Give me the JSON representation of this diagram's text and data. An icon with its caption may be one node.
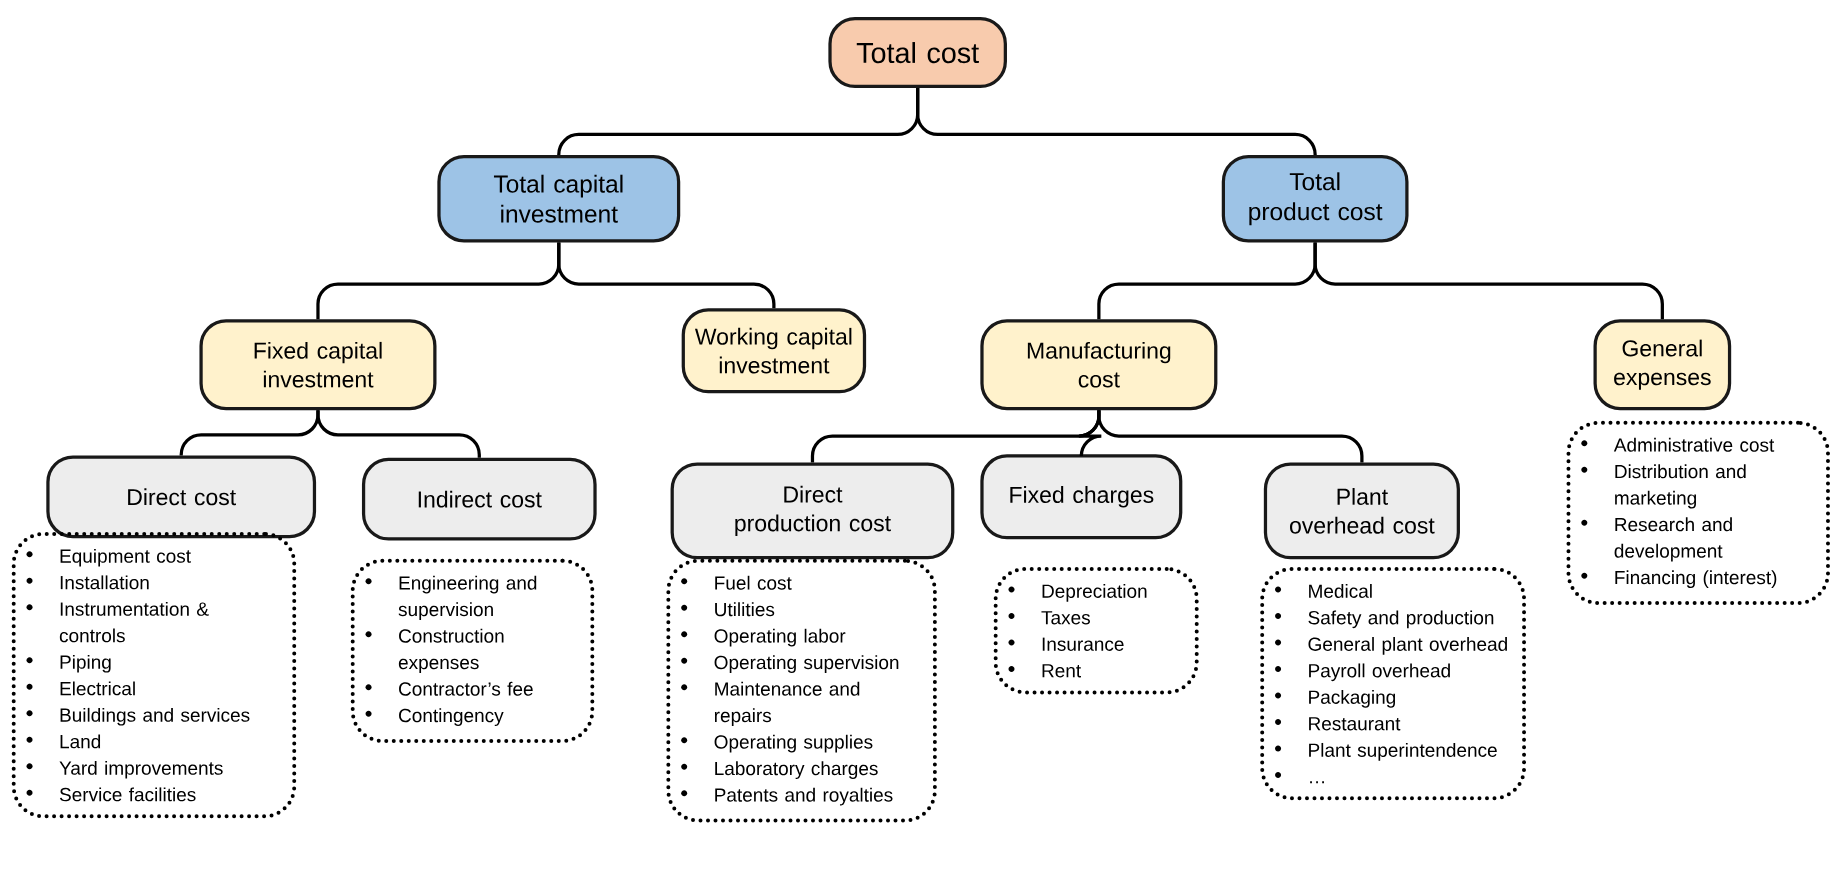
{
  "diagram": {
    "nodes": [
      {
        "text": [
          "Total cost"
        ]
      },
      {
        "text": [
          "Total capital investment"
        ]
      },
      {
        "text": [
          "Total product cost"
        ]
      },
      {
        "text": [
          "Fixed capital investment"
        ]
      },
      {
        "text": [
          "Working capital investment"
        ]
      },
      {
        "text": [
          "Manufacturing cost"
        ]
      },
      {
        "text": [
          "General expenses"
        ]
      },
      {
        "text": [
          "Direct cost"
        ]
      },
      {
        "text": [
          "Indirect cost"
        ]
      },
      {
        "text": [
          "Direct production cost"
        ]
      },
      {
        "text": [
          "Fixed charges"
        ]
      },
      {
        "text": [
          "Plant overhead cost"
        ]
      },
      {
        "text": [
          "Administrative cost",
          "Distribution and marketing",
          "Research and development",
          "Financing (interest)"
        ]
      },
      {
        "text": [
          "Equipment cost",
          "Installation",
          "Instrumentation & controls",
          "Piping",
          "Electrical",
          "Buildings and services",
          "Land",
          "Yard improvements",
          "Service facilities"
        ]
      },
      {
        "text": [
          "Engineering and supervision",
          "Construction expenses",
          "Contractor’s fee",
          "Contingency"
        ]
      },
      {
        "text": [
          "Fuel cost",
          "Utilities",
          "Operating labor",
          "Operating supervision",
          "Maintenance and repairs",
          "Operating supplies",
          "Laboratory charges",
          "Patents and royalties"
        ]
      },
      {
        "text": [
          "Depreciation",
          "Taxes",
          "Insurance",
          "Rent"
        ]
      },
      {
        "text": [
          "Medical",
          "Safety and production",
          "General plant overhead",
          "Payroll overhead",
          "Packaging",
          "Restaurant",
          "Plant superintendence",
          "…"
        ]
      }
    ],
    "edges": [
      {
        "from": 0,
        "to": 1,
        "arrow": "none"
      },
      {
        "from": 0,
        "to": 2,
        "arrow": "none"
      },
      {
        "from": 1,
        "to": 3,
        "arrow": "none"
      },
      {
        "from": 1,
        "to": 4,
        "arrow": "none"
      },
      {
        "from": 2,
        "to": 5,
        "arrow": "none"
      },
      {
        "from": 2,
        "to": 6,
        "arrow": "none"
      },
      {
        "from": 3,
        "to": 7,
        "arrow": "none"
      },
      {
        "from": 3,
        "to": 8,
        "arrow": "none"
      },
      {
        "from": 5,
        "to": 9,
        "arrow": "none"
      },
      {
        "from": 5,
        "to": 10,
        "arrow": "none"
      },
      {
        "from": 5,
        "to": 11,
        "arrow": "none"
      }
    ]
  }
}
